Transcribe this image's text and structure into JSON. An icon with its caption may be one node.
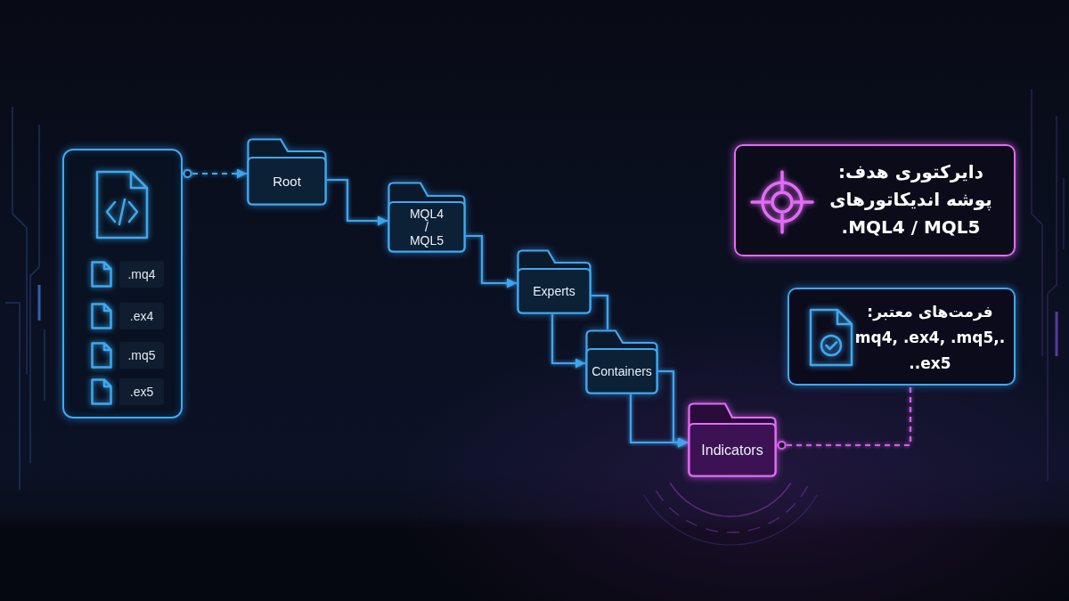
{
  "diagram": {
    "nodes": [
      {
        "text": [],
        "shape": "box"
      },
      {
        "text": [
          ".mq4"
        ],
        "in": 0
      },
      {
        "text": [
          ".ex4"
        ],
        "in": 0
      },
      {
        "text": [
          ".mq5"
        ],
        "in": 0
      },
      {
        "text": [
          ".ex5"
        ],
        "in": 0
      },
      {
        "text": [
          "Root"
        ]
      },
      {
        "text": [
          "MQL4 / MQL5"
        ]
      },
      {
        "text": [
          "Experts"
        ]
      },
      {
        "text": [
          "Containers"
        ]
      },
      {
        "text": [
          "Indicators"
        ]
      },
      {
        "text": [
          "دایرکتوری هدف: پوشه اندیکاتورهای MQL4 / MQL5."
        ]
      },
      {
        "text": [
          "فرمت‌های معتبر: .mq4, .ex4, .mq5, .ex5."
        ]
      }
    ],
    "edges": [
      {
        "from": 0,
        "to": 5,
        "arrow": "to",
        "style": "dashed"
      },
      {
        "from": 5,
        "to": 6,
        "arrow": "to"
      },
      {
        "from": 6,
        "to": 7,
        "arrow": "to"
      },
      {
        "from": 7,
        "to": 8,
        "arrow": "to"
      },
      {
        "from": 7,
        "to": 8,
        "arrow": "none"
      },
      {
        "from": 8,
        "to": 9,
        "arrow": "to"
      },
      {
        "from": 8,
        "to": 9,
        "arrow": "to"
      },
      {
        "from": 9,
        "to": 11,
        "arrow": "other",
        "style": "dashed",
        "color": "#d45ee8"
      }
    ]
  }
}
